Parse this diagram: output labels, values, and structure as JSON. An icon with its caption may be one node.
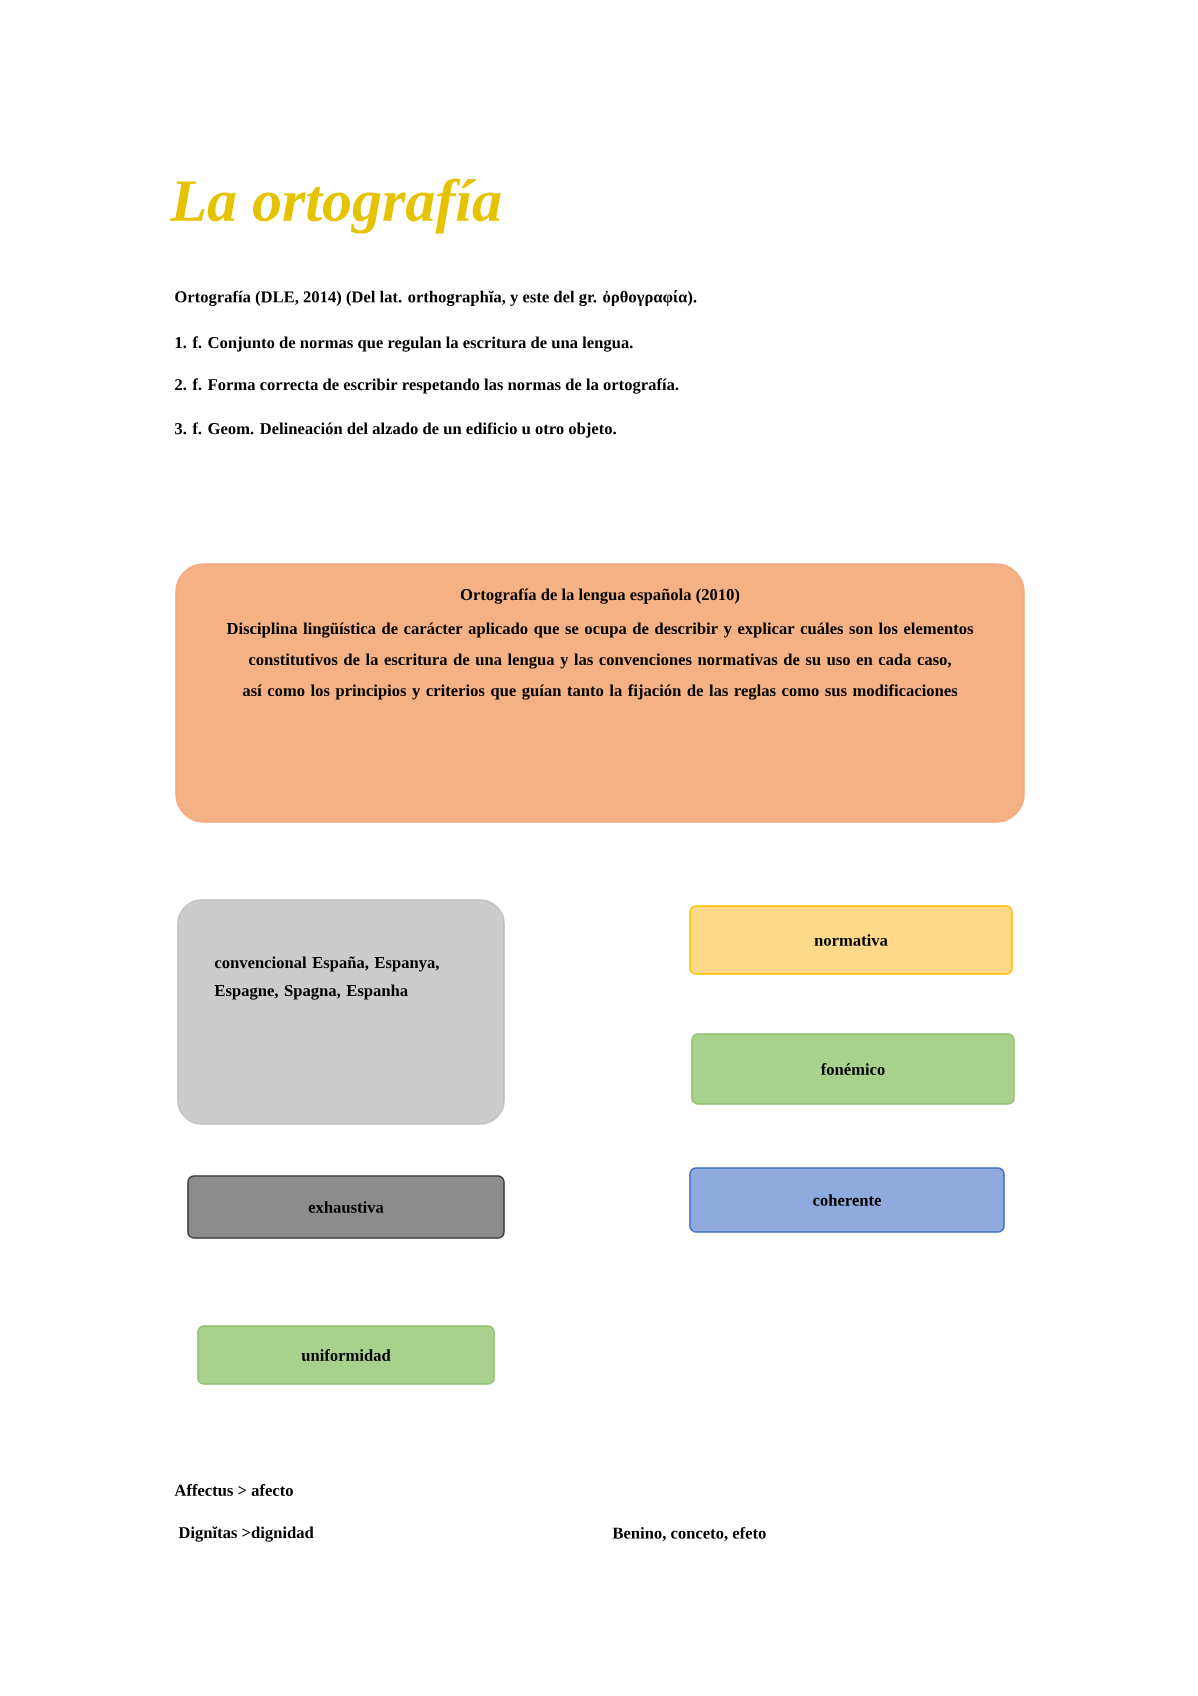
{
  "diagram": {
    "title": "La ortografía",
    "nodes": [
      {
        "text": [
          "Ortografía de la lengua española (2010)",
          "Disciplina lingüística de carácter aplicado que se ocupa de describir y explicar cuáles son los elementos constitutivos de la escritura de una lengua y las convenciones normativas de su uso en cada caso, así como los principios y criterios que guían tanto la fijación de las reglas como sus modificaciones"
        ]
      },
      {
        "text": [
          "convencional España, Espanya, Espagne, Spagna, Espanha"
        ]
      },
      {
        "text": [
          "normativa"
        ]
      },
      {
        "text": [
          "fonémico"
        ]
      },
      {
        "text": [
          "exhaustiva"
        ]
      },
      {
        "text": [
          "coherente"
        ]
      },
      {
        "text": [
          "uniformidad"
        ]
      }
    ],
    "labels": [
      "Ortografía (DLE, 2014) (Del lat. orthographĭa, y este del gr. ὀρθογραφία).",
      "1. f. Conjunto de normas que regulan la escritura de una lengua.",
      "2. f. Forma correcta de escribir respetando las normas de la ortografía.",
      "3. f. Geom. Delineación del alzado de un edificio u otro objeto.",
      "Affectus > afecto",
      "Dignĭtas >dignidad",
      "Benino, conceto, efeto"
    ]
  }
}
